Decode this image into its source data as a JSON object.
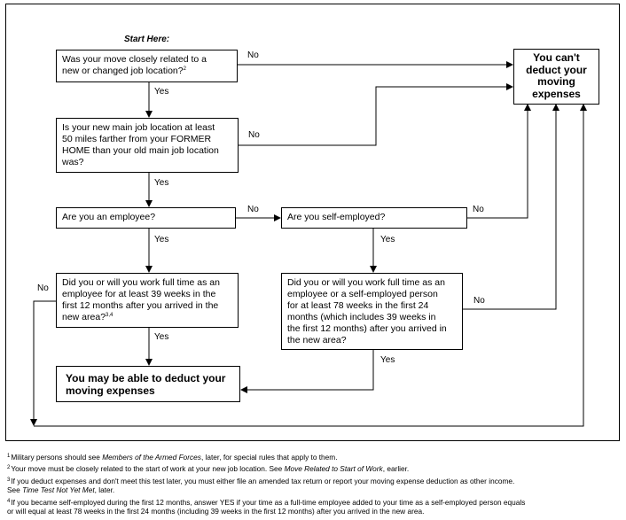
{
  "start_label": "Start Here:",
  "boxes": {
    "q_move_related": {
      "text": "Was your move closely related to a\nnew or changed job location?",
      "sup": "2"
    },
    "q_50_miles": {
      "text": "Is your new main job location at least\n50 miles farther from your FORMER\nHOME than your old main job location\nwas?"
    },
    "q_employee": {
      "text": "Are you an employee?"
    },
    "q_self_employed": {
      "text": "Are you self-employed?"
    },
    "q_39_weeks": {
      "text": "Did you or will you work full time as an\nemployee for at least 39 weeks in the\nfirst 12 months after you arrived in the\nnew area?",
      "sup": "3,4"
    },
    "q_78_weeks": {
      "text": "Did you or will you work full time as an\nemployee or a self-employed person\nfor at least 78 weeks in the first 24\nmonths (which includes 39 weeks in\nthe first 12 months) after you arrived in\nthe new area?"
    },
    "result_can_deduct": {
      "text": "You may be able to deduct your\nmoving expenses"
    },
    "result_cannot_deduct": {
      "text": "You can't\ndeduct your\nmoving\nexpenses"
    }
  },
  "edge_labels": {
    "yes": "Yes",
    "no": "No"
  },
  "footnotes": [
    {
      "num": "1",
      "parts": [
        {
          "text": "Military persons should see "
        },
        {
          "text": "Members of the Armed Forces",
          "italic": true
        },
        {
          "text": ", later, for special rules that apply to them."
        }
      ]
    },
    {
      "num": "2",
      "parts": [
        {
          "text": "Your move must be closely related to the start of work at your new job location. See "
        },
        {
          "text": "Move Related to Start of Work",
          "italic": true
        },
        {
          "text": ", earlier."
        }
      ]
    },
    {
      "num": "3",
      "parts": [
        {
          "text": "If you deduct expenses and don't meet this test later, you must either file an amended tax return or report your moving expense deduction as other income.\nSee "
        },
        {
          "text": "Time Test Not Yet Met",
          "italic": true
        },
        {
          "text": ", later."
        }
      ]
    },
    {
      "num": "4",
      "parts": [
        {
          "text": "If you became self-employed during the first 12 months, answer YES if your time as a full-time employee added to your time as a self-employed person equals\nor will equal at least 78 weeks in the first 24 months (including 39 weeks in the first 12 months) after you arrived in the new area."
        }
      ]
    }
  ]
}
